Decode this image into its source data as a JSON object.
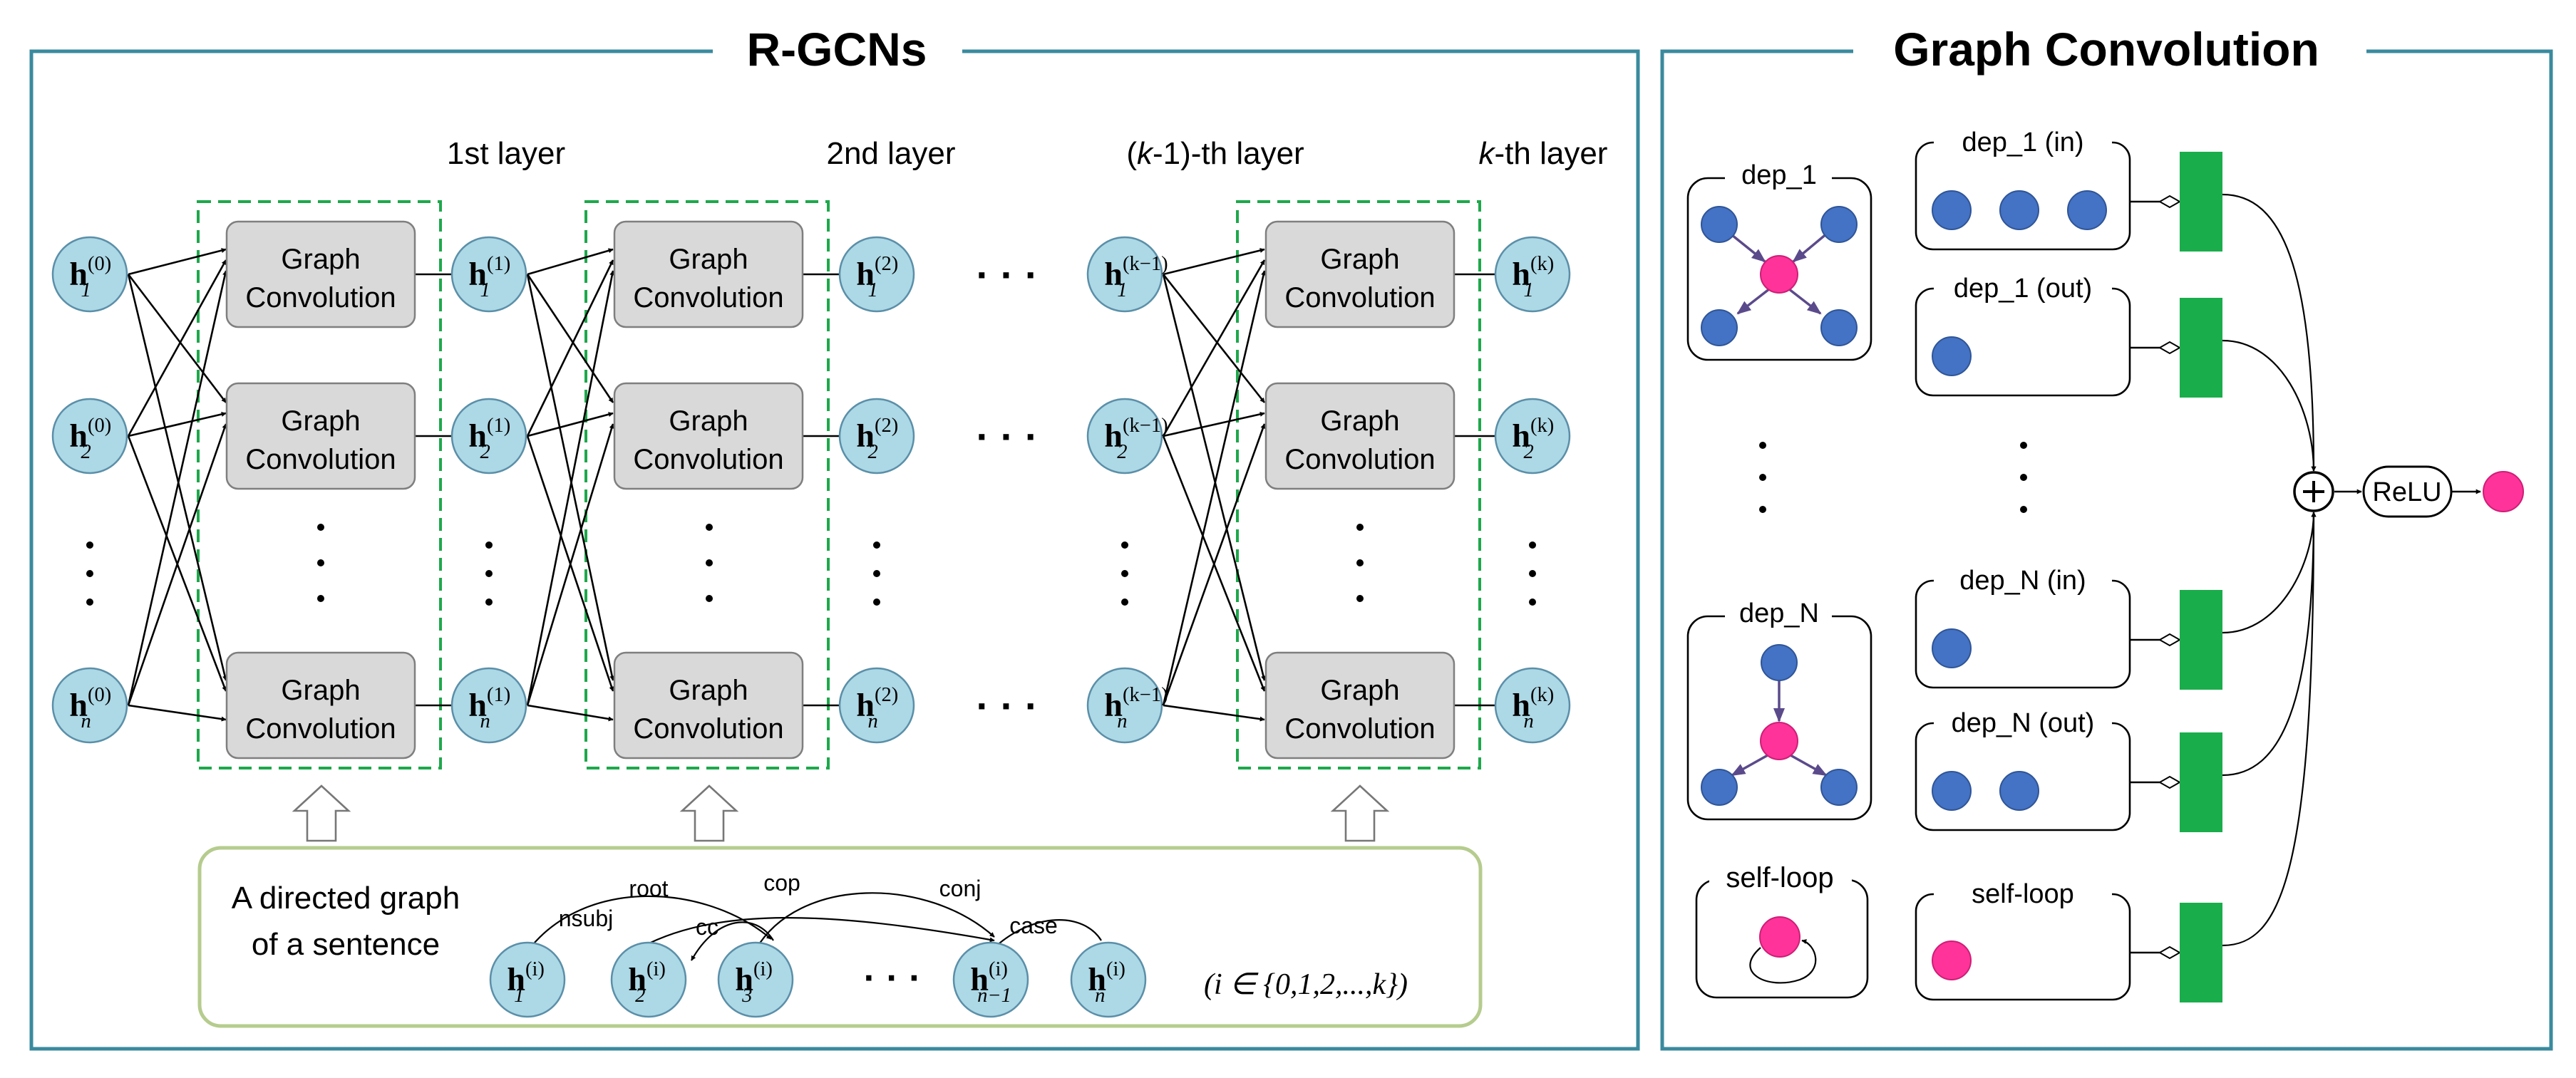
{
  "left_panel": {
    "title": "R-GCNs",
    "layers": [
      "1st layer",
      "2nd layer",
      "(k-1)-th layer",
      "k-th layer"
    ],
    "gc_label_line1": "Graph",
    "gc_label_line2": "Convolution",
    "node_label": "h",
    "node_sups": [
      "(0)",
      "(1)",
      "(2)",
      "(k−1)",
      "(k)"
    ],
    "node_subs": [
      "1",
      "2",
      "n"
    ],
    "ellipsis": "· · ·",
    "graph_box": {
      "caption_line1": "A directed graph",
      "caption_line2": "of a sentence",
      "nodes": [
        {
          "sub": "1",
          "sup": "(i)"
        },
        {
          "sub": "2",
          "sup": "(i)"
        },
        {
          "sub": "3",
          "sup": "(i)"
        },
        {
          "sub": "n−1",
          "sup": "(i)"
        },
        {
          "sub": "n",
          "sup": "(i)"
        }
      ],
      "edge_labels": [
        "root",
        "nsubj",
        "cc",
        "cop",
        "conj",
        "case"
      ],
      "set_note": "(i ∈ {0,1,2,...,k})"
    }
  },
  "right_panel": {
    "title": "Graph Convolution",
    "relations": [
      "dep_1",
      "dep_N",
      "self-loop"
    ],
    "feature_groups": [
      "dep_1 (in)",
      "dep_1 (out)",
      "dep_N (in)",
      "dep_N (out)",
      "self-loop"
    ],
    "sum_symbol": "+",
    "activation": "ReLU"
  },
  "colors": {
    "panel_border": "#3a8a9e",
    "node_fill": "#add8e6",
    "gc_fill": "#d9d9d9",
    "dashed_group": "#1ea84b",
    "graph_box_border": "#b5cc8e",
    "blue_node": "#4472c4",
    "pink_node": "#ff3399",
    "weight_bar": "#1aad4b",
    "relation_arrow": "#5b4a8b"
  }
}
